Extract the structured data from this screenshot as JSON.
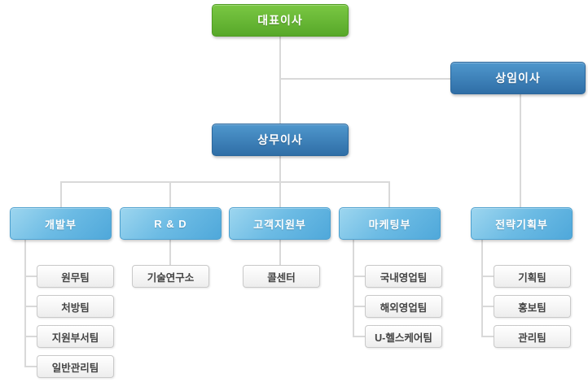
{
  "theme": {
    "ceo_color": "#57a829",
    "director_color": "#2f6ea6",
    "department_color": "#4fa8da",
    "connector_color": "#d9d9d9",
    "leaf_text_color": "#444444"
  },
  "org_chart": {
    "ceo": {
      "label": "대표이사"
    },
    "executive_director": {
      "label": "상임이사"
    },
    "managing_director": {
      "label": "상무이사"
    },
    "departments": [
      {
        "label": "개발부",
        "teams": [
          "원무팀",
          "처방팀",
          "지원부서팀",
          "일반관리팀"
        ]
      },
      {
        "label": "R & D",
        "teams": [
          "기술연구소"
        ]
      },
      {
        "label": "고객지원부",
        "teams": [
          "콜센터"
        ]
      },
      {
        "label": "마케팅부",
        "teams": [
          "국내영업팀",
          "해외영업팀",
          "U-헬스케어팀"
        ]
      },
      {
        "label": "전략기획부",
        "teams": [
          "기획팀",
          "홍보팀",
          "관리팀"
        ]
      }
    ]
  }
}
